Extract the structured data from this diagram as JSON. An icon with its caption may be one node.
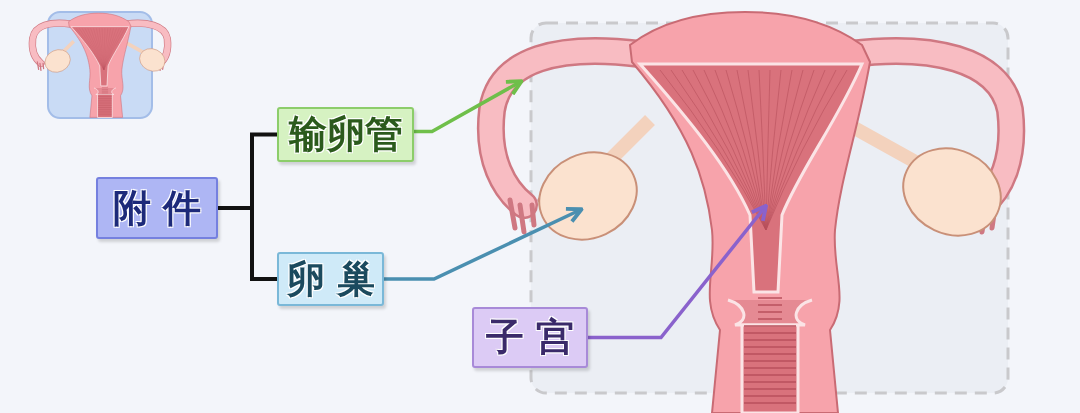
{
  "diagram": {
    "nodes": [
      {
        "text": [
          "附件"
        ]
      },
      {
        "text": [
          "输卵管"
        ]
      },
      {
        "text": [
          "卵巢"
        ]
      },
      {
        "text": [
          "子宫"
        ]
      }
    ],
    "edges": [
      {
        "from": 0,
        "to": 1,
        "arrow": "none",
        "color": "#111111"
      },
      {
        "from": 0,
        "to": 2,
        "arrow": "none",
        "color": "#111111"
      },
      {
        "from": 1,
        "to": null,
        "arrow": "to",
        "color": "#6fbf4a"
      },
      {
        "from": 2,
        "to": null,
        "arrow": "to",
        "color": "#4a8fb0"
      },
      {
        "from": 3,
        "to": null,
        "arrow": "to",
        "color": "#8a62cc"
      }
    ]
  }
}
